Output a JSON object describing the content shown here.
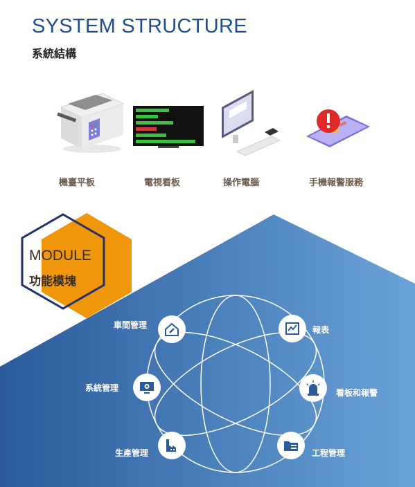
{
  "header": {
    "title": "SYSTEM STRUCTURE",
    "subtitle": "系統結構"
  },
  "devices": [
    {
      "label": "機臺平板",
      "icon": "machine-tablet-icon"
    },
    {
      "label": "電視看板",
      "icon": "tv-board-icon"
    },
    {
      "label": "操作電腦",
      "icon": "computer-icon"
    },
    {
      "label": "手機報警服務",
      "icon": "phone-alert-icon"
    }
  ],
  "module": {
    "title": "MODULE",
    "subtitle": "功能模塊"
  },
  "modules": [
    {
      "label": "車間管理",
      "icon": "workshop-icon"
    },
    {
      "label": "報表",
      "icon": "report-icon"
    },
    {
      "label": "系統管理",
      "icon": "settings-monitor-icon"
    },
    {
      "label": "看板和報警",
      "icon": "alarm-light-icon"
    },
    {
      "label": "生產管理",
      "icon": "factory-icon"
    },
    {
      "label": "工程管理",
      "icon": "folder-icon"
    }
  ],
  "colors": {
    "title": "#1f4e8c",
    "blue_dark": "#2a5a9a",
    "blue_light": "#6aa3d8",
    "orange": "#f0960a",
    "hex_border": "#22306a"
  }
}
